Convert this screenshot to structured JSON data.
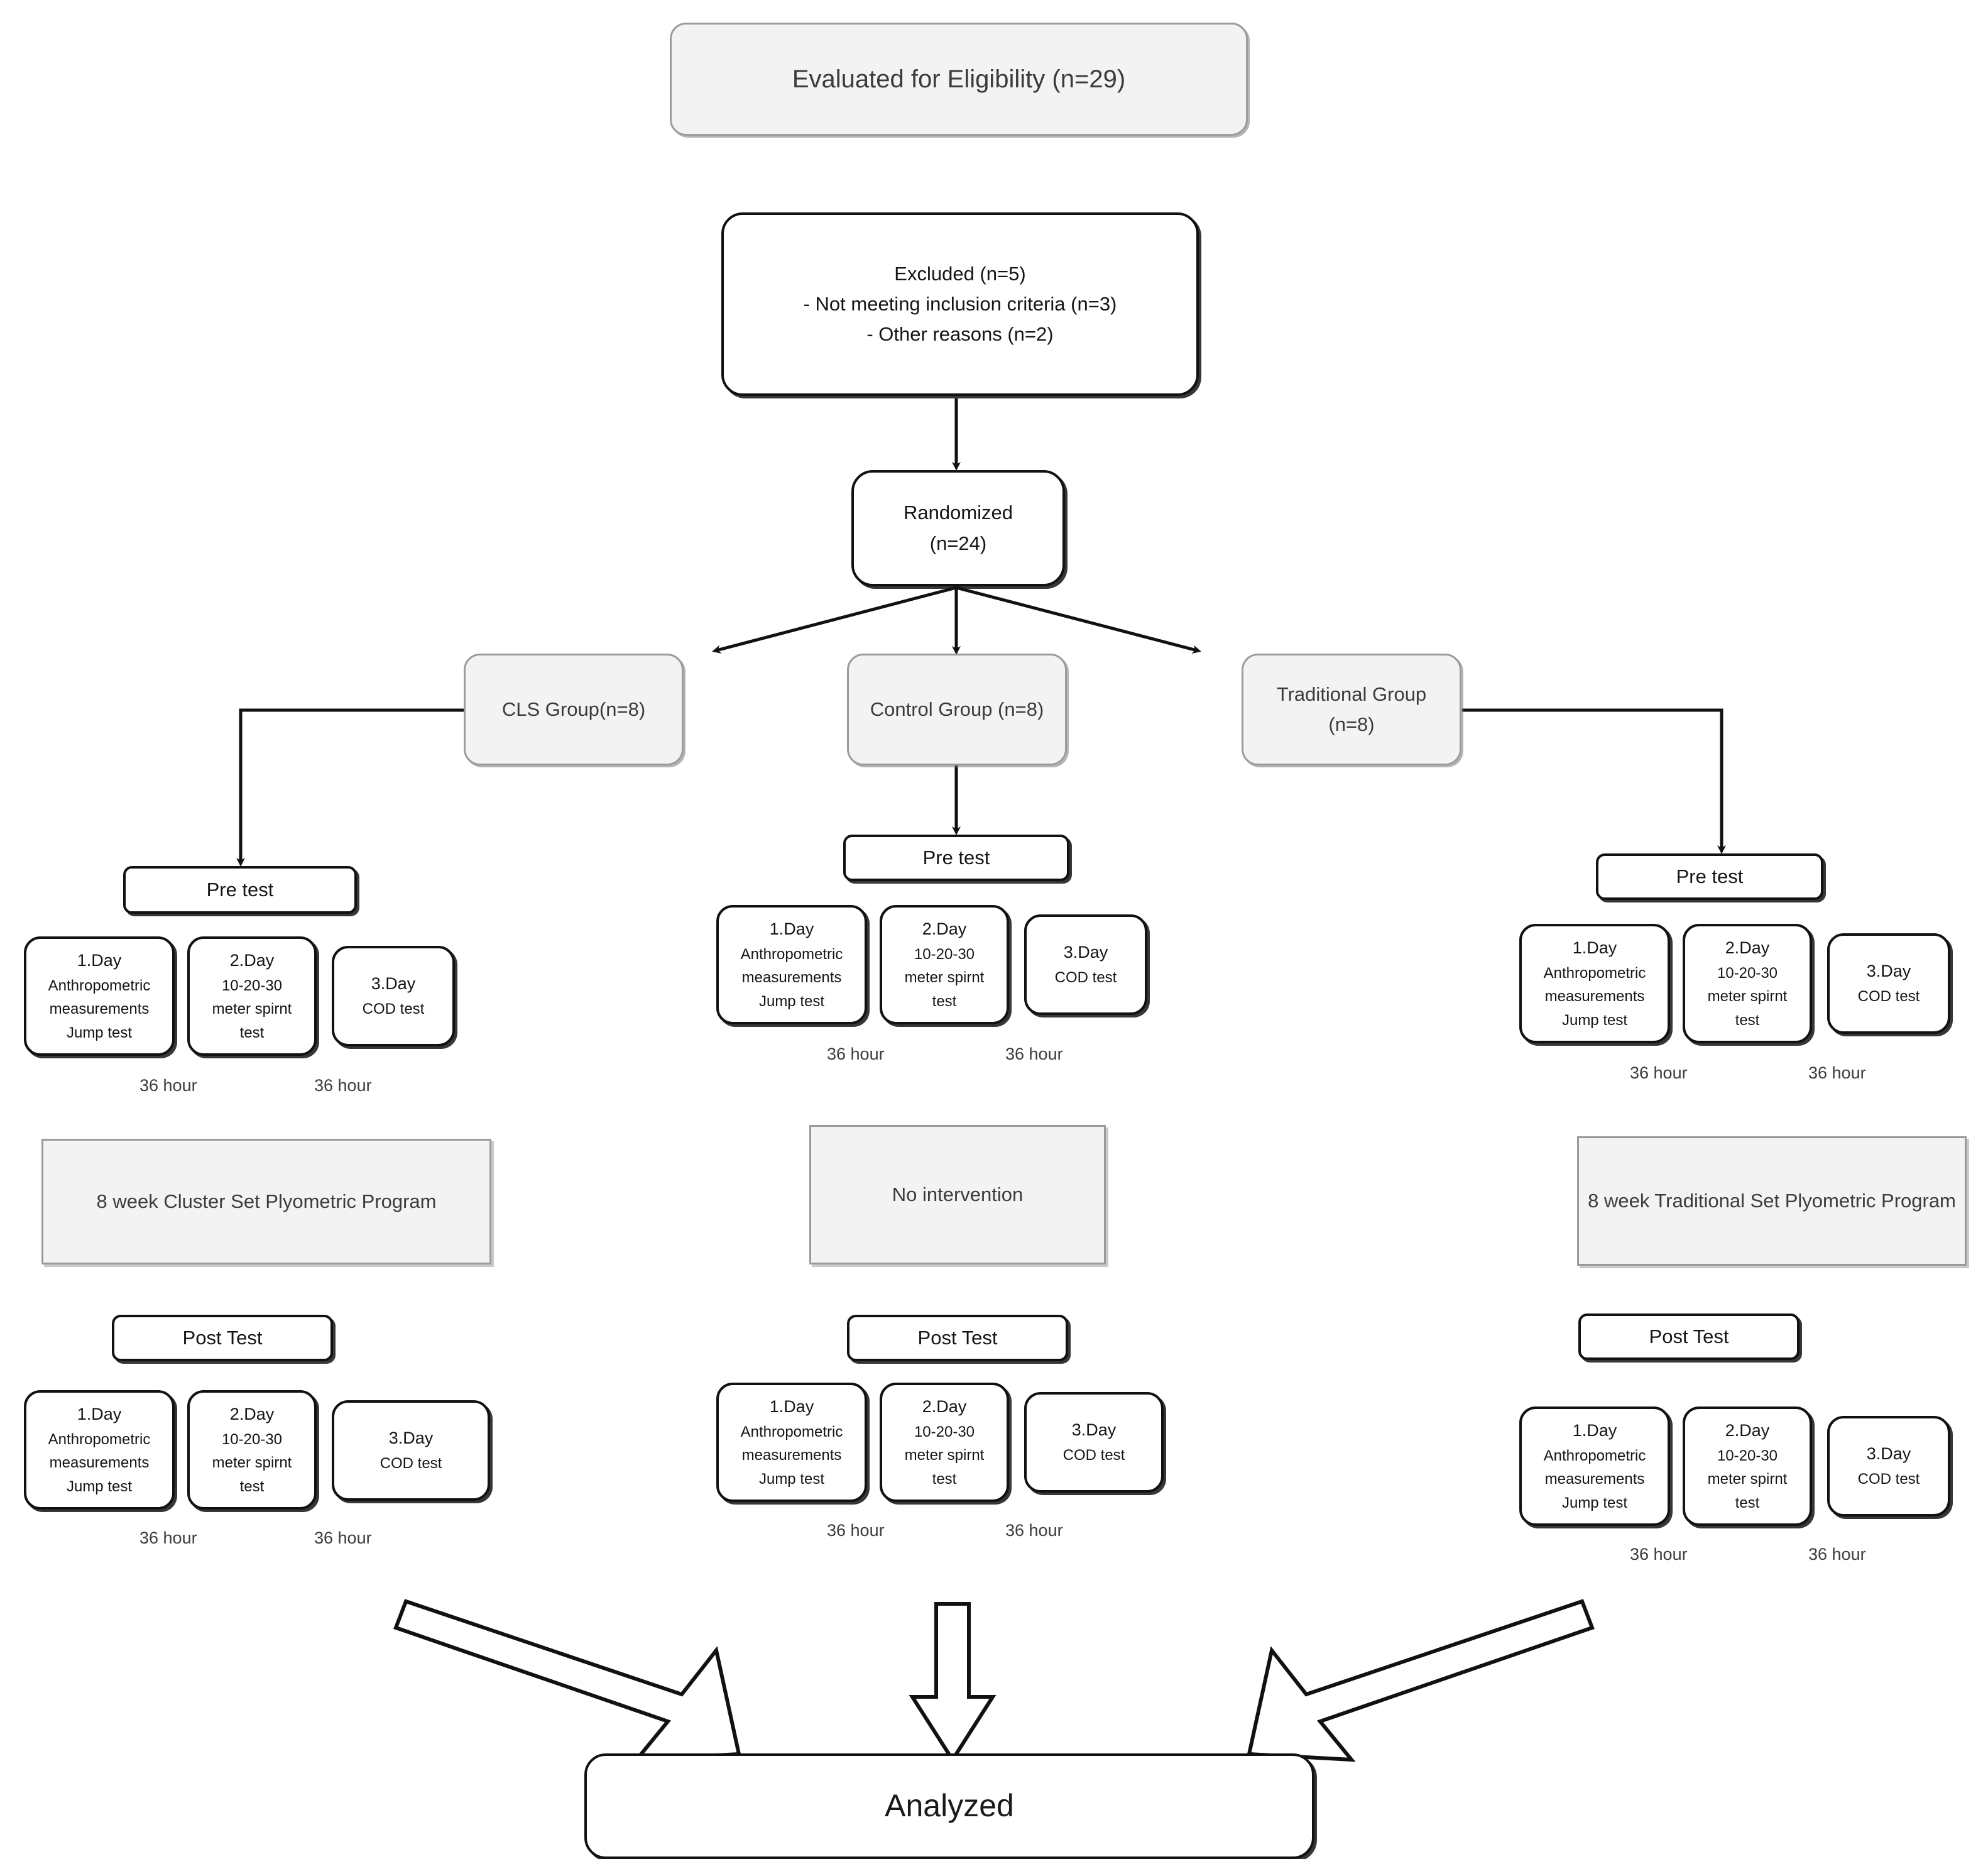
{
  "diagram": {
    "title_flow": "CONSORT-style participant flow diagram",
    "top": {
      "eligibility": "Evaluated for Eligibility (n=29)",
      "excluded": "Excluded (n=5)\n- Not meeting inclusion criteria (n=3)\n- Other reasons (n=2)",
      "randomized": "Randomized\n(n=24)"
    },
    "groups": [
      {
        "label": "CLS Group(n=8)"
      },
      {
        "label": "Control Group (n=8)"
      },
      {
        "label": "Traditional Group\n(n=8)"
      }
    ],
    "labels": {
      "pre_test": "Pre test",
      "post_test": "Post Test",
      "hour_gap": "36 hour",
      "analyzed": "Analyzed"
    },
    "day_boxes": [
      {
        "day": "1.Day",
        "line2": "Anthropometric",
        "line3": "measurements",
        "line4": "Jump test"
      },
      {
        "day": "2.Day",
        "line2": "10-20-30",
        "line3": "meter spirnt",
        "line4": "test"
      },
      {
        "day": "3.Day",
        "line2": "COD test",
        "line3": "",
        "line4": ""
      }
    ],
    "interventions": {
      "left": "8 week Cluster Set Plyometric Program",
      "middle": "No intervention",
      "right": "8 week Traditional Set Plyometric Program"
    },
    "colors": {
      "gray_fill": "#f3f3f3",
      "gray_border": "#9b9b9b",
      "white_fill": "#ffffff",
      "black_border": "#111111",
      "text": "#1a1a1a"
    }
  }
}
